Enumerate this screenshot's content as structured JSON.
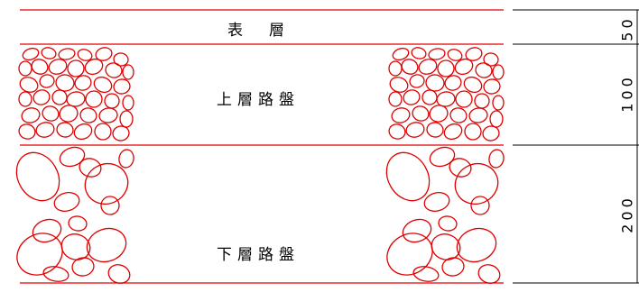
{
  "layers": [
    {
      "label": "表　層"
    },
    {
      "label": "上層路盤"
    },
    {
      "label": "下層路盤"
    }
  ],
  "dimensions": [
    "50",
    "100",
    "200"
  ],
  "colors": {
    "outline": "#e00000",
    "dimension_line": "#000000"
  }
}
